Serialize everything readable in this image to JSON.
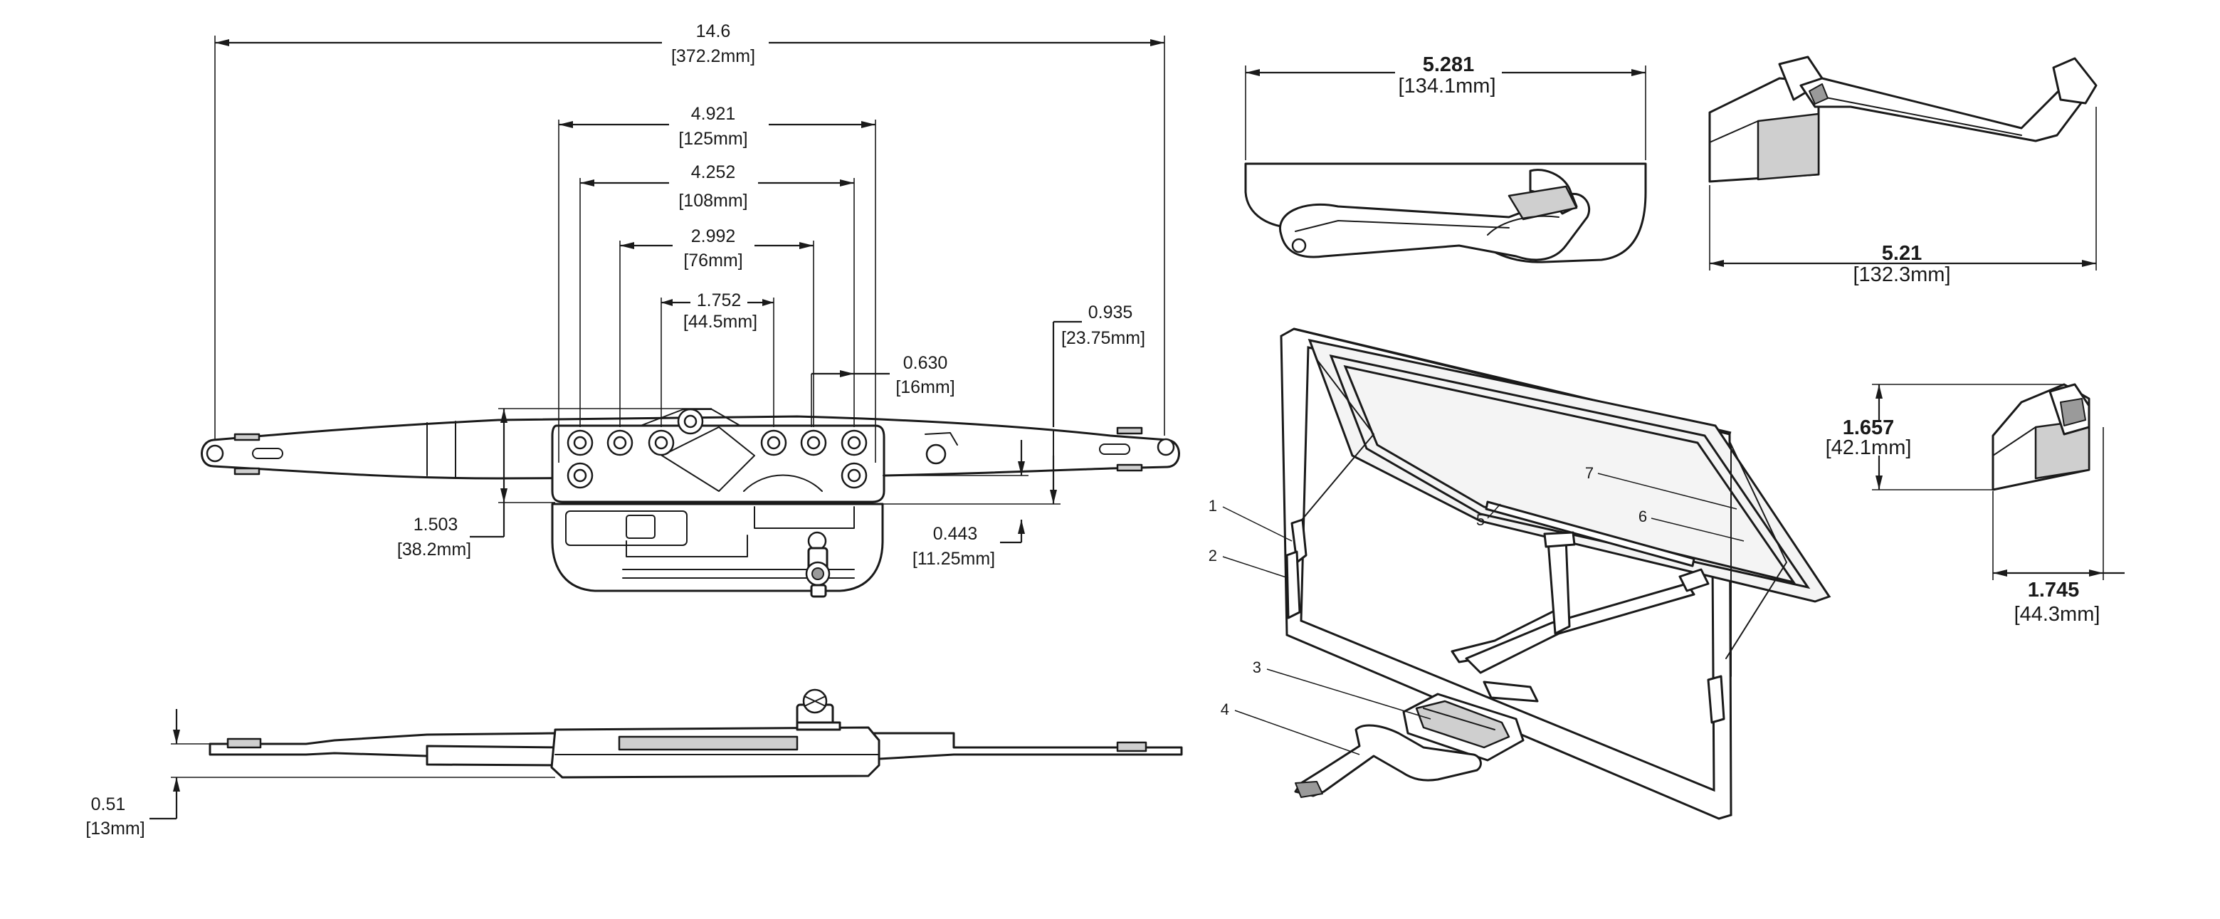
{
  "dimensions": {
    "overall_length": {
      "value": "14.6",
      "metric": "[372.2mm]"
    },
    "hole_span_outer": {
      "value": "4.921",
      "metric": "[125mm]"
    },
    "hole_span_2": {
      "value": "4.252",
      "metric": "[108mm]"
    },
    "hole_span_3": {
      "value": "2.992",
      "metric": "[76mm]"
    },
    "hole_span_inner": {
      "value": "1.752",
      "metric": "[44.5mm]"
    },
    "offset_0630": {
      "value": "0.630",
      "metric": "[16mm]"
    },
    "offset_0935": {
      "value": "0.935",
      "metric": "[23.75mm]"
    },
    "height_1503": {
      "value": "1.503",
      "metric": "[38.2mm]"
    },
    "height_0443": {
      "value": "0.443",
      "metric": "[11.25mm]"
    },
    "thickness_051": {
      "value": "0.51",
      "metric": "[13mm]"
    },
    "handle_width_top": {
      "value": "5.281",
      "metric": "[134.1mm]"
    },
    "handle_width_side": {
      "value": "5.21",
      "metric": "[132.3mm]"
    },
    "cover_height": {
      "value": "1.657",
      "metric": "[42.1mm]"
    },
    "cover_depth": {
      "value": "1.745",
      "metric": "[44.3mm]"
    }
  },
  "callouts": [
    "1",
    "2",
    "3",
    "4",
    "5",
    "6",
    "7"
  ],
  "icons": {
    "operator_top_view": "casement-operator-top-view-drawing",
    "operator_side_view": "casement-operator-side-view-drawing",
    "handle_top_view": "folding-crank-handle-top-view",
    "handle_side_view": "folding-crank-handle-side-view",
    "cover_side_view": "operator-cover-side-view",
    "window_assembly": "casement-window-assembly-isometric"
  }
}
